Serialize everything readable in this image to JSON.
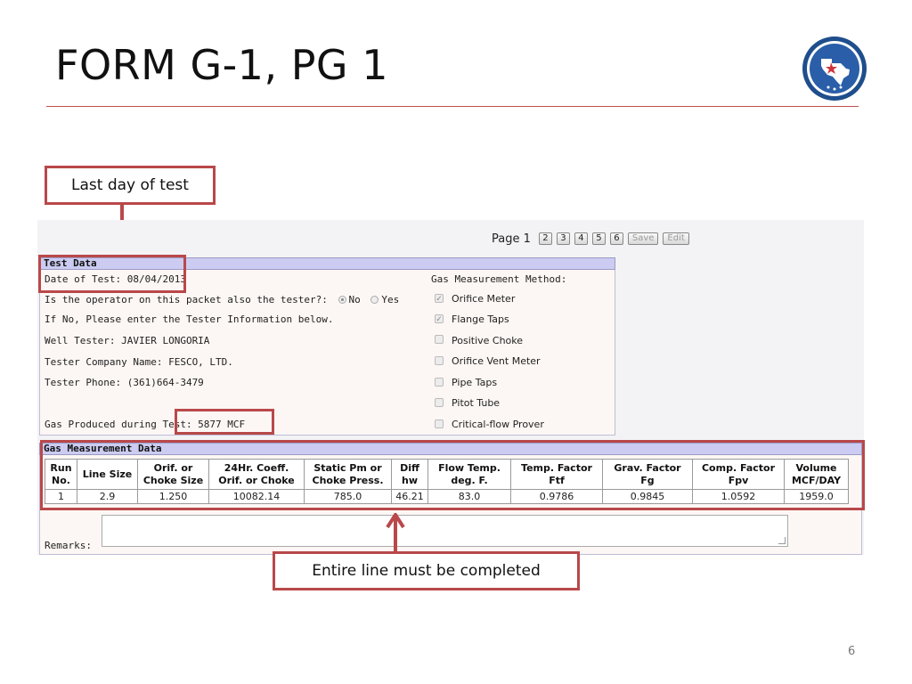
{
  "slide": {
    "title": "FORM G-1, PG 1",
    "page_number": "6"
  },
  "callouts": {
    "top": "Last day of test",
    "bottom": "Entire line must be completed"
  },
  "pager": {
    "label": "Page 1",
    "pages": [
      "2",
      "3",
      "4",
      "5",
      "6"
    ],
    "save_label": "Save",
    "edit_label": "Edit"
  },
  "test_data": {
    "header": "Test Data",
    "date_of_test": "Date of Test: 08/04/2013",
    "operator_question": "Is the operator on this packet also the tester?:",
    "operator_selected": "No",
    "option_no": "No",
    "option_yes": "Yes",
    "tester_instruction": "If No, Please enter the Tester Information below.",
    "well_tester": "Well Tester: JAVIER LONGORIA",
    "tester_company": "Tester Company Name: FESCO, LTD.",
    "tester_phone": "Tester Phone: (361)664-3479",
    "gas_produced": "Gas Produced during Test: 5877 MCF",
    "method_title": "Gas Measurement Method:",
    "methods": [
      {
        "label": "Orifice Meter",
        "checked": true
      },
      {
        "label": "Flange Taps",
        "checked": true
      },
      {
        "label": "Positive Choke",
        "checked": false
      },
      {
        "label": "Orifice Vent Meter",
        "checked": false
      },
      {
        "label": "Pipe Taps",
        "checked": false
      },
      {
        "label": "Pitot Tube",
        "checked": false
      },
      {
        "label": "Critical-flow Prover",
        "checked": false
      }
    ]
  },
  "gas_measurement": {
    "header": "Gas Measurement Data",
    "columns": [
      [
        "Run",
        "No."
      ],
      [
        "Line Size"
      ],
      [
        "Orif. or",
        "Choke Size"
      ],
      [
        "24Hr. Coeff.",
        "Orif. or Choke"
      ],
      [
        "Static Pm or",
        "Choke Press."
      ],
      [
        "Diff",
        "hw"
      ],
      [
        "Flow Temp.",
        "deg. F."
      ],
      [
        "Temp. Factor",
        "Ftf"
      ],
      [
        "Grav. Factor",
        "Fg"
      ],
      [
        "Comp. Factor",
        "Fpv"
      ],
      [
        "Volume",
        "MCF/DAY"
      ]
    ],
    "rows": [
      [
        "1",
        "2.9",
        "1.250",
        "10082.14",
        "785.0",
        "46.21",
        "83.0",
        "0.9786",
        "0.9845",
        "1.0592",
        "1959.0"
      ]
    ],
    "remarks_label": "Remarks:",
    "remarks_value": ""
  },
  "colors": {
    "accent_red": "#b9484a",
    "header_blue": "#ccccf2",
    "panel_tint": "#fcf7f4"
  }
}
